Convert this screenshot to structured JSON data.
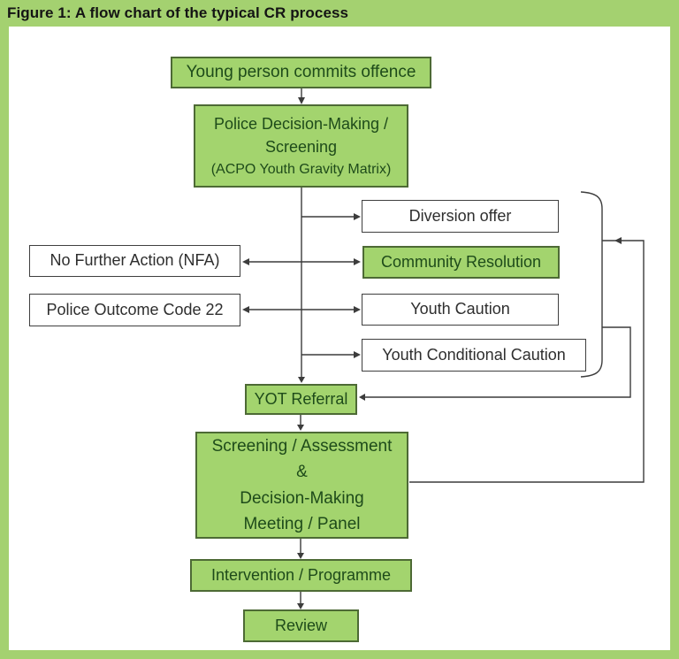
{
  "figure": {
    "title": "Figure 1: A flow chart of the typical CR process"
  },
  "colors": {
    "page_green": "#a4d170",
    "box_green": "#a3d46e",
    "box_green_border": "#4d6a35",
    "green_text": "#1e4b1a",
    "white_box_border": "#3f3f3f",
    "dark_text": "#2e2e2e",
    "connector": "#3c3c3c"
  },
  "nodes": {
    "young_person": {
      "label": "Young person commits offence",
      "style": "green"
    },
    "police_decision": {
      "label": "Police Decision-Making /\nScreening",
      "sublabel": "(ACPO Youth Gravity Matrix)",
      "style": "green"
    },
    "diversion_offer": {
      "label": "Diversion offer",
      "style": "white"
    },
    "community_resolution": {
      "label": "Community Resolution",
      "style": "green"
    },
    "youth_caution": {
      "label": "Youth Caution",
      "style": "white"
    },
    "youth_conditional_caution": {
      "label": "Youth Conditional Caution",
      "style": "white"
    },
    "no_further_action": {
      "label": "No Further Action (NFA)",
      "style": "white"
    },
    "police_outcome_22": {
      "label": "Police Outcome Code 22",
      "style": "white"
    },
    "yot_referral": {
      "label": "YOT Referral",
      "style": "green"
    },
    "screening_assessment": {
      "label": "Screening / Assessment\n&\nDecision-Making\nMeeting / Panel",
      "style": "green"
    },
    "intervention": {
      "label": "Intervention / Programme",
      "style": "green"
    },
    "review": {
      "label": "Review",
      "style": "green"
    }
  },
  "edges": [
    {
      "from": "young_person",
      "to": "police_decision",
      "type": "arrow"
    },
    {
      "from": "police_decision",
      "to": "diversion_offer",
      "type": "arrow"
    },
    {
      "from": "no_further_action",
      "to": "community_resolution",
      "type": "double-arrow"
    },
    {
      "from": "police_outcome_22",
      "to": "youth_caution",
      "type": "double-arrow"
    },
    {
      "from": "police_decision",
      "to": "youth_conditional_caution",
      "type": "arrow"
    },
    {
      "from": "police_decision",
      "to": "yot_referral",
      "type": "arrow"
    },
    {
      "from": "disposal_options_bracket",
      "to": "yot_referral",
      "type": "arrow"
    },
    {
      "from": "screening_assessment",
      "to": "disposal_options_bracket",
      "type": "arrow"
    },
    {
      "from": "yot_referral",
      "to": "screening_assessment",
      "type": "arrow"
    },
    {
      "from": "screening_assessment",
      "to": "intervention",
      "type": "arrow"
    },
    {
      "from": "intervention",
      "to": "review",
      "type": "arrow"
    }
  ]
}
